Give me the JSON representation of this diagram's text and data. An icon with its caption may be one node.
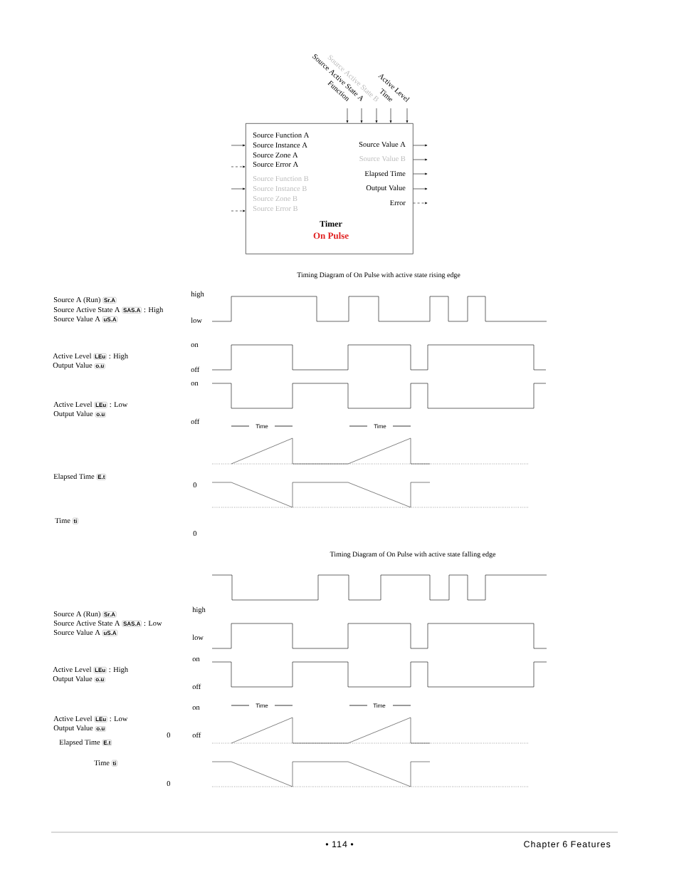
{
  "diagram": {
    "nodes": [
      {
        "text": [
          "Source Function A",
          "Source Instance A",
          "Source Zone A",
          "Source Error A",
          "Source Function B",
          "Source Instance B",
          "Source Zone B",
          "Source Error B",
          "Source Value A",
          "Source Value B",
          "Elapsed Time",
          "Output Value",
          "Error",
          "Timer",
          "On Pulse"
        ]
      },
      {
        "text": [
          "Function"
        ]
      },
      {
        "text": [
          "Source Active State A"
        ]
      },
      {
        "text": [
          "Source Active State B"
        ]
      },
      {
        "text": [
          "Time"
        ]
      },
      {
        "text": [
          "Active Level"
        ]
      }
    ],
    "edges": [
      {
        "from": null,
        "to": 0,
        "arrow": "to"
      },
      {
        "from": null,
        "to": 0,
        "arrow": "to",
        "style": "dashed"
      },
      {
        "from": null,
        "to": 0,
        "arrow": "to"
      },
      {
        "from": null,
        "to": 0,
        "arrow": "to",
        "style": "dashed"
      },
      {
        "from": 1,
        "to": 0,
        "arrow": "to"
      },
      {
        "from": 2,
        "to": 0,
        "arrow": "to"
      },
      {
        "from": 3,
        "to": 0,
        "arrow": "to"
      },
      {
        "from": 4,
        "to": 0,
        "arrow": "to"
      },
      {
        "from": 5,
        "to": 0,
        "arrow": "to"
      },
      {
        "from": 0,
        "to": null,
        "arrow": "to"
      },
      {
        "from": 0,
        "to": null,
        "arrow": "to"
      },
      {
        "from": 0,
        "to": null,
        "arrow": "to"
      },
      {
        "from": 0,
        "to": null,
        "arrow": "to"
      },
      {
        "from": 0,
        "to": null,
        "arrow": "to",
        "style": "dashed"
      }
    ],
    "labels": [
      "Timing Diagram of On Pulse with active state rising edge",
      "Source A (Run)",
      "Sr.A",
      "Source Active State A",
      "SAS.A",
      ": High",
      "Source Value A",
      "uS.A",
      "high",
      "low",
      "on",
      "Active Level",
      "LEu",
      ": High",
      "Output Value",
      "o.u",
      "off",
      "on",
      "Active Level",
      "LEu",
      ": Low",
      "Output Value",
      "o.u",
      "off",
      "Time",
      "Time",
      "Elapsed Time",
      "E.t",
      "0",
      "Time",
      "ti",
      "0",
      "Timing Diagram of On Pulse with active state falling edge",
      "Source A (Run)",
      "Sr.A",
      "Source Active State A",
      "SAS.A",
      ": Low",
      "Source Value A",
      "uS.A",
      "high",
      "low",
      "on",
      "Active Level",
      "LEu",
      ": High",
      "Output Value",
      "o.u",
      "off",
      "on",
      "Time",
      "Time",
      "Active Level",
      "LEu",
      ": Low",
      "Output Value",
      "o.u",
      "0",
      "off",
      "Elapsed Time",
      "E.t",
      "Time",
      "ti",
      "0",
      "• 114 •",
      "Chapter 6 Features"
    ]
  }
}
